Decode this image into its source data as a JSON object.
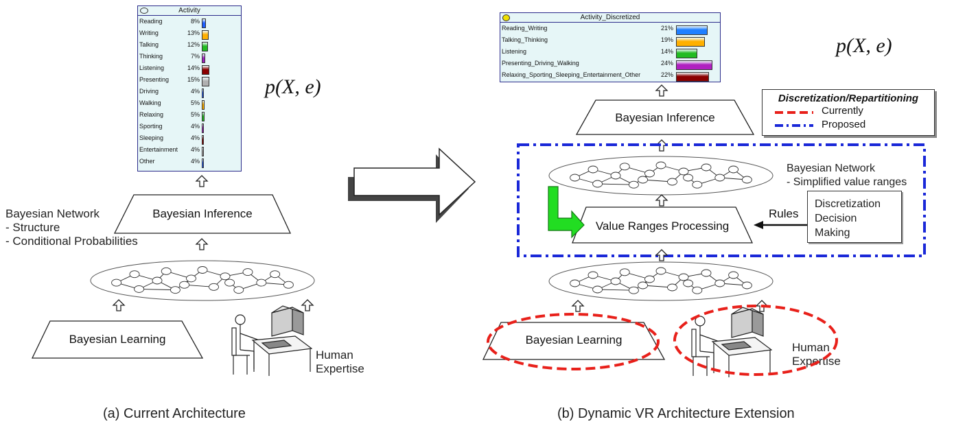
{
  "panel_a": {
    "activity_box": {
      "title": "Activity",
      "rows": [
        {
          "label": "Reading",
          "pct": "8%",
          "color": "#1f5fff"
        },
        {
          "label": "Writing",
          "pct": "13%",
          "color": "#ffb000"
        },
        {
          "label": "Talking",
          "pct": "12%",
          "color": "#22bb22"
        },
        {
          "label": "Thinking",
          "pct": "7%",
          "color": "#a020c0"
        },
        {
          "label": "Listening",
          "pct": "14%",
          "color": "#8b0000"
        },
        {
          "label": "Presenting",
          "pct": "15%",
          "color": "#b0b0b0"
        },
        {
          "label": "Driving",
          "pct": "4%",
          "color": "#1f5fff"
        },
        {
          "label": "Walking",
          "pct": "5%",
          "color": "#ffb000"
        },
        {
          "label": "Relaxing",
          "pct": "5%",
          "color": "#22bb22"
        },
        {
          "label": "Sporting",
          "pct": "4%",
          "color": "#a020c0"
        },
        {
          "label": "Sleeping",
          "pct": "4%",
          "color": "#8b0000"
        },
        {
          "label": "Entertainment",
          "pct": "4%",
          "color": "#b0b0b0"
        },
        {
          "label": "Other",
          "pct": "4%",
          "color": "#1f5fff"
        }
      ]
    },
    "formula": "p(X, e)",
    "inference_label": "Bayesian Inference",
    "network_text": [
      "Bayesian Network",
      "- Structure",
      "- Conditional Probabilities"
    ],
    "learning_label": "Bayesian Learning",
    "human_expertise": [
      "Human",
      "Expertise"
    ],
    "caption": "(a) Current Architecture"
  },
  "panel_b": {
    "activity_box": {
      "title": "Activity_Discretized",
      "rows": [
        {
          "label": "Reading_Writing",
          "pct": "21%",
          "color": "#1f7fff"
        },
        {
          "label": "Talking_Thinking",
          "pct": "19%",
          "color": "#ffb000"
        },
        {
          "label": "Listening",
          "pct": "14%",
          "color": "#22bb22"
        },
        {
          "label": "Presenting_Driving_Walking",
          "pct": "24%",
          "color": "#b020c0"
        },
        {
          "label": "Relaxing_Sporting_Sleeping_Entertainment_Other",
          "pct": "22%",
          "color": "#8b0000"
        }
      ]
    },
    "formula": "p(X, e)",
    "inference_label": "Bayesian Inference",
    "legend": {
      "title": "Discretization/Repartitioning",
      "items": [
        {
          "label": "Currently",
          "color": "#e8201a"
        },
        {
          "label": "Proposed",
          "color": "#1a28d8"
        }
      ]
    },
    "network_text": [
      "Bayesian Network",
      "- Simplified value ranges"
    ],
    "processing_label": "Value Ranges Processing",
    "rules_label": "Rules",
    "decision_box": [
      "Discretization",
      "Decision",
      "Making"
    ],
    "learning_label": "Bayesian Learning",
    "human_expertise": [
      "Human",
      "Expertise"
    ],
    "caption": "(b) Dynamic VR Architecture Extension"
  }
}
